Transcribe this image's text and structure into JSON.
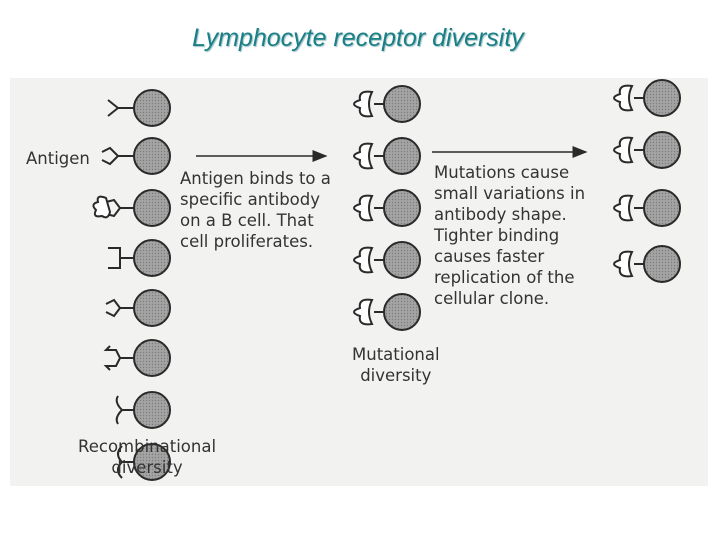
{
  "title": "Lymphocyte receptor diversity",
  "diagram": {
    "antigen_label": "Antigen",
    "binding_text": "Antigen binds to a\nspecific antibody\non a B cell.  That\ncell proliferates.",
    "mutation_text": "Mutations cause\nsmall variations in\nantibody shape.\nTighter binding\ncauses faster\nreplication of the\ncellular clone.",
    "mutational_label": "Mutational\ndiversity",
    "recombinational_label": "Recombinational\ndiversity",
    "colors": {
      "cell_fill": "#9a9a9a",
      "outline": "#2a2a2a",
      "text": "#333333",
      "title": "#1a7f86"
    }
  }
}
